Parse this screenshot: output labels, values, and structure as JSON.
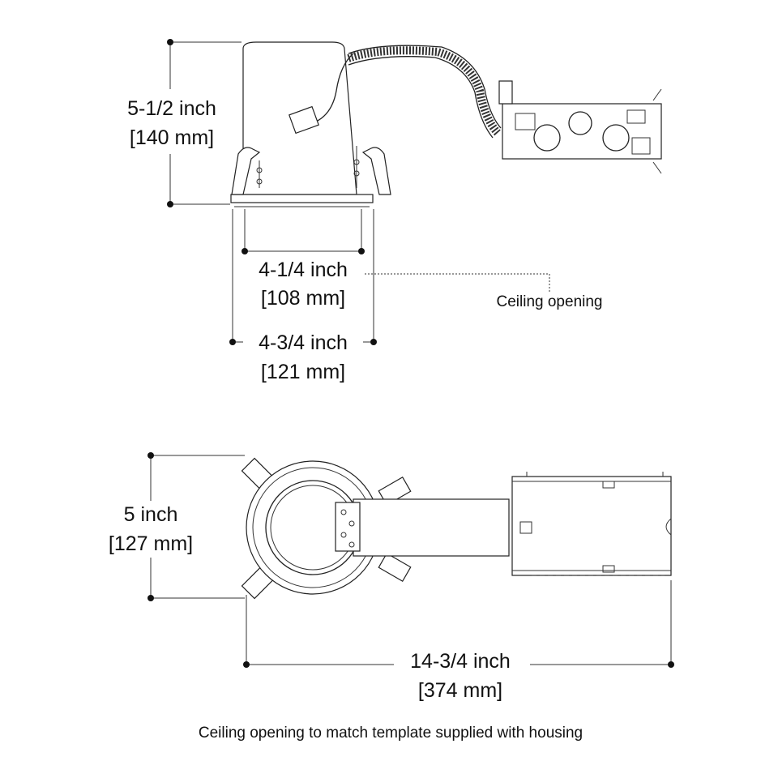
{
  "dimensions": {
    "height": {
      "imperial": "5-1/2 inch",
      "metric": "[140 mm]"
    },
    "aperture": {
      "imperial": "4-1/4 inch",
      "metric": "[108 mm]"
    },
    "trim": {
      "imperial": "4-3/4 inch",
      "metric": "[121 mm]"
    },
    "width": {
      "imperial": "5 inch",
      "metric": "[127 mm]"
    },
    "length": {
      "imperial": "14-3/4 inch",
      "metric": "[374 mm]"
    }
  },
  "callouts": {
    "ceiling_opening": "Ceiling opening"
  },
  "footnote": "Ceiling opening to match template supplied with housing"
}
